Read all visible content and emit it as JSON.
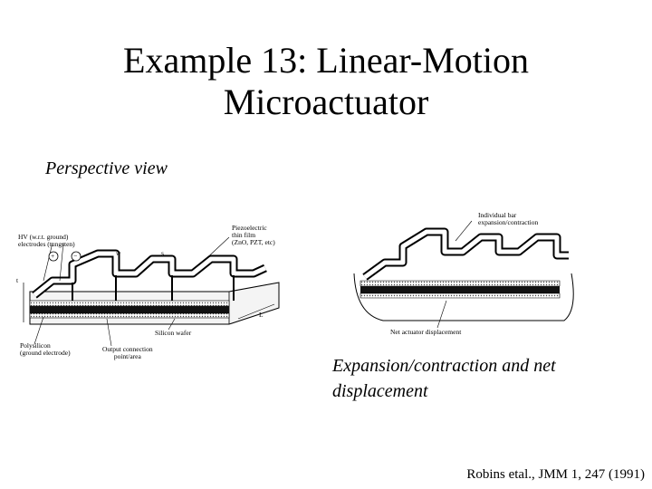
{
  "slide": {
    "title_line1": "Example 13: Linear-Motion",
    "title_line2": "Microactuator",
    "subtitle": "Perspective view",
    "caption": "Expansion/contraction and net displacement",
    "citation": "Robins etal., JMM 1, 247 (1991)"
  },
  "figure_left": {
    "labels": {
      "hv_line1": "HV (w.r.t. ground)",
      "hv_line2": "electrodes (tungsten)",
      "plus": "+",
      "minus": "−",
      "w": "w",
      "s": "s",
      "piezo_line1": "Piezoelectric",
      "piezo_line2": "thin film",
      "piezo_line3": "(ZnO, PZT, etc)",
      "t": "t",
      "L": "L",
      "silicon": "Silicon wafer",
      "poly_line1": "Polysilicon",
      "poly_line2": "(ground electrode)",
      "output_line1": "Output connection",
      "output_line2": "point/area"
    }
  },
  "figure_right": {
    "labels": {
      "bar_line1": "Individual bar",
      "bar_line2": "expansion/contraction",
      "net": "Net actuator displacement"
    }
  }
}
